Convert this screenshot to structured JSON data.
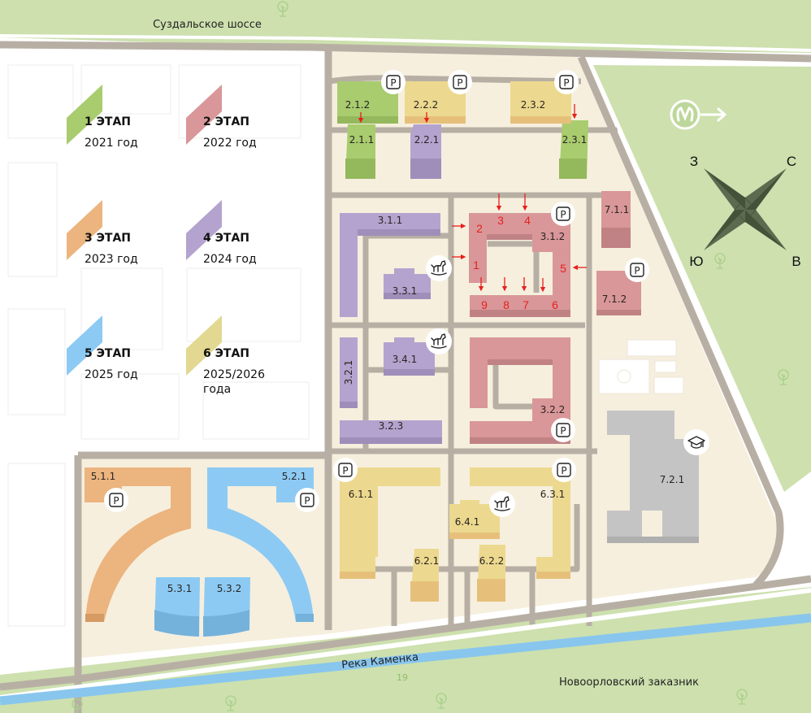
{
  "map": {
    "title": "Схема застройки по этапам",
    "labels": {
      "road_top": "Суздальское шоссе",
      "river": "Река Каменка",
      "reserve": "Новоорловский заказник",
      "route_number": "19"
    },
    "compass": {
      "west": "З",
      "north": "С",
      "south": "Ю",
      "east": "В"
    },
    "metro": {
      "icon": "metro-icon",
      "direction": "arrow-right-icon"
    },
    "colors": {
      "stage1": "#a8cc6e",
      "stage2": "#d9979a",
      "stage3": "#ecb47e",
      "stage4": "#b4a3cf",
      "stage5": "#8ccaf4",
      "stage6": "#ecd98f",
      "existing": "#c4c4c4",
      "park": "#cde0ae",
      "ground": "#f6efde",
      "road": "#b8afa4",
      "river": "#88c6ee",
      "marker": "#e8201c"
    }
  },
  "legend": [
    {
      "title": "1 ЭТАП",
      "year": "2021 год"
    },
    {
      "title": "2 ЭТАП",
      "year": "2022 год"
    },
    {
      "title": "3 ЭТАП",
      "year": "2023 год"
    },
    {
      "title": "4 ЭТАП",
      "year": "2024 год"
    },
    {
      "title": "5 ЭТАП",
      "year": "2025 год"
    },
    {
      "title": "6 ЭТАП",
      "year": "2025/2026",
      "year2": "года"
    }
  ],
  "buildings": {
    "b212": "2.1.2",
    "b211": "2.1.1",
    "b222": "2.2.2",
    "b221": "2.2.1",
    "b232": "2.3.2",
    "b231": "2.3.1",
    "b311": "3.1.1",
    "b312": "3.1.2",
    "b331": "3.3.1",
    "b341": "3.4.1",
    "b321": "3.2.1",
    "b322": "3.2.2",
    "b323": "3.2.3",
    "b711": "7.1.1",
    "b712": "7.1.2",
    "b721": "7.2.1",
    "b511": "5.1.1",
    "b521": "5.2.1",
    "b531": "5.3.1",
    "b532": "5.3.2",
    "b611": "6.1.1",
    "b631": "6.3.1",
    "b641": "6.4.1",
    "b621": "6.2.1",
    "b622": "6.2.2"
  },
  "entrances": [
    "1",
    "2",
    "3",
    "4",
    "5",
    "6",
    "7",
    "8",
    "9"
  ],
  "pois": {
    "parking": "parking-icon",
    "playground": "rocking-horse-icon",
    "school": "graduation-cap-icon",
    "tree": "tree-icon"
  }
}
